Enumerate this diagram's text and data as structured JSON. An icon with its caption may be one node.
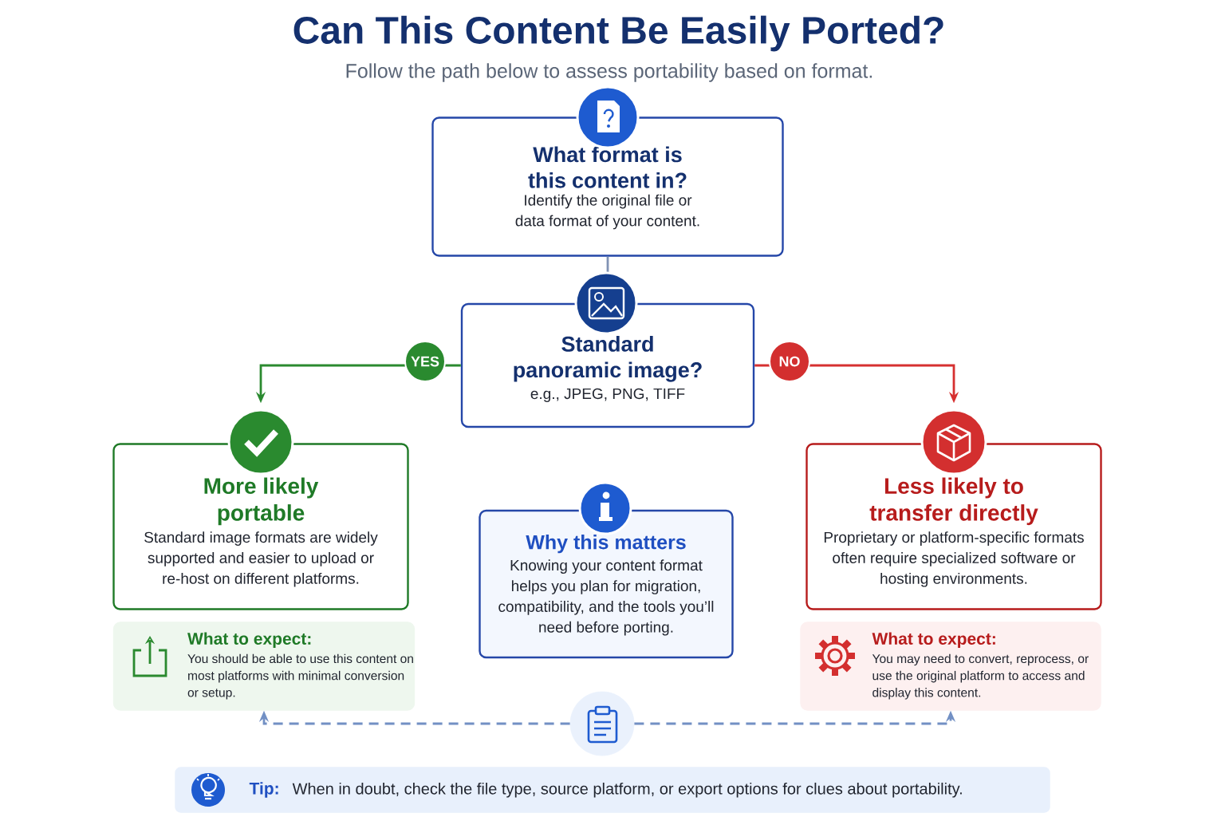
{
  "diagram": {
    "title": "Can This Content Be Easily Ported?",
    "nodes": [
      {
        "text": [
          "What format is this content in?",
          "Identify the original file or data format of your content."
        ]
      },
      {
        "text": [
          "Standard panoramic image?",
          "e.g., JPEG, PNG, TIFF"
        ]
      },
      {
        "text": [
          "More likely portable",
          "Standard image formats are widely supported and easier to upload or re-host on different platforms."
        ]
      },
      {
        "text": [
          "Less likely to transfer directly",
          "Proprietary or platform-specific formats often require specialized software or hosting environments."
        ]
      },
      {
        "text": [
          "Why this matters",
          "Knowing your content format helps you plan for migration, compatibility, and the tools you’ll need before porting."
        ]
      },
      {
        "text": [
          "What to expect:",
          "You should be able to use this content on most platforms with minimal conversion or setup."
        ]
      },
      {
        "text": [
          "What to expect:",
          "You may need to convert, reprocess, or use the original platform to access and display this content."
        ]
      },
      {
        "text": [],
        "shape": "circle"
      },
      {
        "text": [
          "Tip:",
          "When in doubt, check the file type, source platform, or export options for clues about portability."
        ]
      }
    ],
    "edges": [
      {
        "from": 0,
        "to": 1,
        "arrow": "none",
        "color": "#8193b4"
      },
      {
        "from": 1,
        "to": 2,
        "arrow": "to",
        "label": "YES",
        "color": "#2a8a2f"
      },
      {
        "from": 1,
        "to": 3,
        "arrow": "to",
        "label": "NO",
        "color": "#d63030"
      },
      {
        "from": 7,
        "to": 5,
        "arrow": "to",
        "style": "dashed",
        "color": "#7290c4"
      },
      {
        "from": 7,
        "to": 6,
        "arrow": "to",
        "style": "dashed",
        "color": "#7290c4"
      }
    ],
    "labels": [
      "Follow the path below to assess portability based on format."
    ]
  }
}
